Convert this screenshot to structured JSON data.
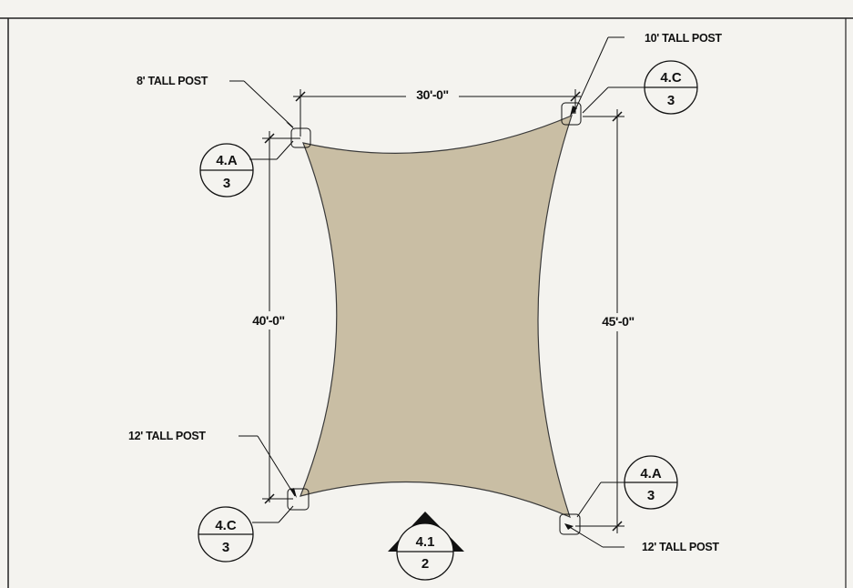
{
  "sheet": {
    "sail_color": "#c9bea4",
    "line_color": "#111111",
    "paper_color": "#f4f3ef"
  },
  "dimensions": {
    "top": "30'-0\"",
    "left": "40'-0\"",
    "right": "45'-0\""
  },
  "posts": {
    "top_left": "8' TALL POST",
    "top_right": "10' TALL POST",
    "bottom_left": "12' TALL POST",
    "bottom_right": "12' TALL POST"
  },
  "detail_refs": {
    "top_left": {
      "detail": "4.A",
      "sheet": "3"
    },
    "top_right": {
      "detail": "4.C",
      "sheet": "3"
    },
    "bottom_left": {
      "detail": "4.C",
      "sheet": "3"
    },
    "bottom_right": {
      "detail": "4.A",
      "sheet": "3"
    }
  },
  "section_marker": {
    "detail": "4.1",
    "sheet": "2"
  }
}
